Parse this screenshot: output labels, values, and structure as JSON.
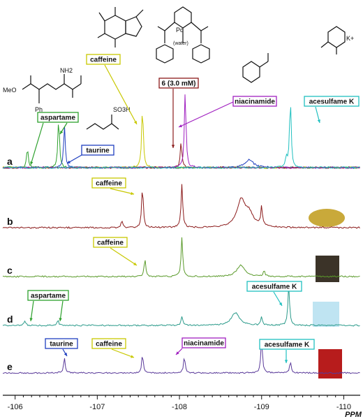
{
  "chart_data": {
    "type": "line",
    "xlabel": "PPM",
    "xlim": [
      -105.85,
      -110.2
    ],
    "x_ticks": [
      "-106",
      "-107",
      "-108",
      "-109",
      "-110"
    ],
    "x_tick_values": [
      -106,
      -107,
      -108,
      -109,
      -110
    ],
    "panels": [
      {
        "letter": "a",
        "series": [
          {
            "color": "#2ca02c",
            "peaks": [
              {
                "x": -106.15,
                "h": 25
              },
              {
                "x": -106.53,
                "h": 65
              }
            ]
          },
          {
            "color": "#1f3fbf",
            "peaks": [
              {
                "x": -106.6,
                "h": 55
              },
              {
                "x": -108.85,
                "h": 10
              }
            ]
          },
          {
            "color": "#c8c800",
            "peaks": [
              {
                "x": -107.55,
                "h": 80
              }
            ]
          },
          {
            "color": "#8b1a1a",
            "peaks": [
              {
                "x": -108.02,
                "h": 35
              }
            ]
          },
          {
            "color": "#a020c0",
            "peaks": [
              {
                "x": -108.07,
                "h": 100
              }
            ]
          },
          {
            "color": "#20c0c0",
            "peaks": [
              {
                "x": -109.35,
                "h": 90
              },
              {
                "x": -109.3,
                "h": 12
              }
            ]
          }
        ]
      },
      {
        "letter": "b",
        "series": [
          {
            "color": "#8b1a1a",
            "peaks": [
              {
                "x": -107.3,
                "h": 10
              },
              {
                "x": -107.55,
                "h": 58
              },
              {
                "x": -108.03,
                "h": 62
              },
              {
                "x": -108.75,
                "h": 38
              },
              {
                "x": -108.85,
                "h": 18
              },
              {
                "x": -109.0,
                "h": 28
              }
            ]
          }
        ]
      },
      {
        "letter": "c",
        "series": [
          {
            "color": "#5a9a2a",
            "peaks": [
              {
                "x": -107.58,
                "h": 28
              },
              {
                "x": -108.03,
                "h": 62
              },
              {
                "x": -108.75,
                "h": 18
              },
              {
                "x": -109.03,
                "h": 10
              }
            ]
          }
        ]
      },
      {
        "letter": "d",
        "series": [
          {
            "color": "#2a9a8a",
            "peaks": [
              {
                "x": -106.12,
                "h": 8
              },
              {
                "x": -106.52,
                "h": 8
              },
              {
                "x": -108.03,
                "h": 15
              },
              {
                "x": -108.68,
                "h": 20
              },
              {
                "x": -109.0,
                "h": 14
              },
              {
                "x": -109.33,
                "h": 65
              }
            ]
          }
        ]
      },
      {
        "letter": "e",
        "series": [
          {
            "color": "#5a3a9a",
            "peaks": [
              {
                "x": -106.6,
                "h": 25
              },
              {
                "x": -107.55,
                "h": 30
              },
              {
                "x": -108.06,
                "h": 28
              },
              {
                "x": -109.0,
                "h": 58
              },
              {
                "x": -109.35,
                "h": 18
              }
            ]
          }
        ]
      }
    ],
    "annotations": [
      {
        "id": "caffeine-a",
        "text": "caffeine",
        "color": "#c8c800"
      },
      {
        "id": "pd-a",
        "text": "6 (3.0 mM)",
        "color": "#8b1a1a"
      },
      {
        "id": "niacinamide-a",
        "text": "niacinamide",
        "color": "#a020c0"
      },
      {
        "id": "acesulfame-a",
        "text": "acesulfame K",
        "color": "#20c0c0"
      },
      {
        "id": "aspartame-a",
        "text": "aspartame",
        "color": "#2ca02c"
      },
      {
        "id": "taurine-a",
        "text": "taurine",
        "color": "#1f3fbf"
      },
      {
        "id": "caffeine-b",
        "text": "caffeine",
        "color": "#c8c800"
      },
      {
        "id": "caffeine-c",
        "text": "caffeine",
        "color": "#c8c800"
      },
      {
        "id": "aspartame-d",
        "text": "aspartame",
        "color": "#2ca02c"
      },
      {
        "id": "acesulfame-d",
        "text": "acesulfame K",
        "color": "#20c0c0"
      },
      {
        "id": "taurine-e",
        "text": "taurine",
        "color": "#1f3fbf"
      },
      {
        "id": "caffeine-e",
        "text": "caffeine",
        "color": "#c8c800"
      },
      {
        "id": "niacinamide-e",
        "text": "niacinamide",
        "color": "#a020c0"
      },
      {
        "id": "acesulfame-e",
        "text": "acesulfame K",
        "color": "#20c0c0"
      }
    ],
    "structure_labels": {
      "water": "(water)",
      "pd": "Pd",
      "methyl_ester": "MeO",
      "phenyl": "Ph",
      "amine": "NH2",
      "sulfonic": "SO3H",
      "potassium": "K+"
    }
  }
}
